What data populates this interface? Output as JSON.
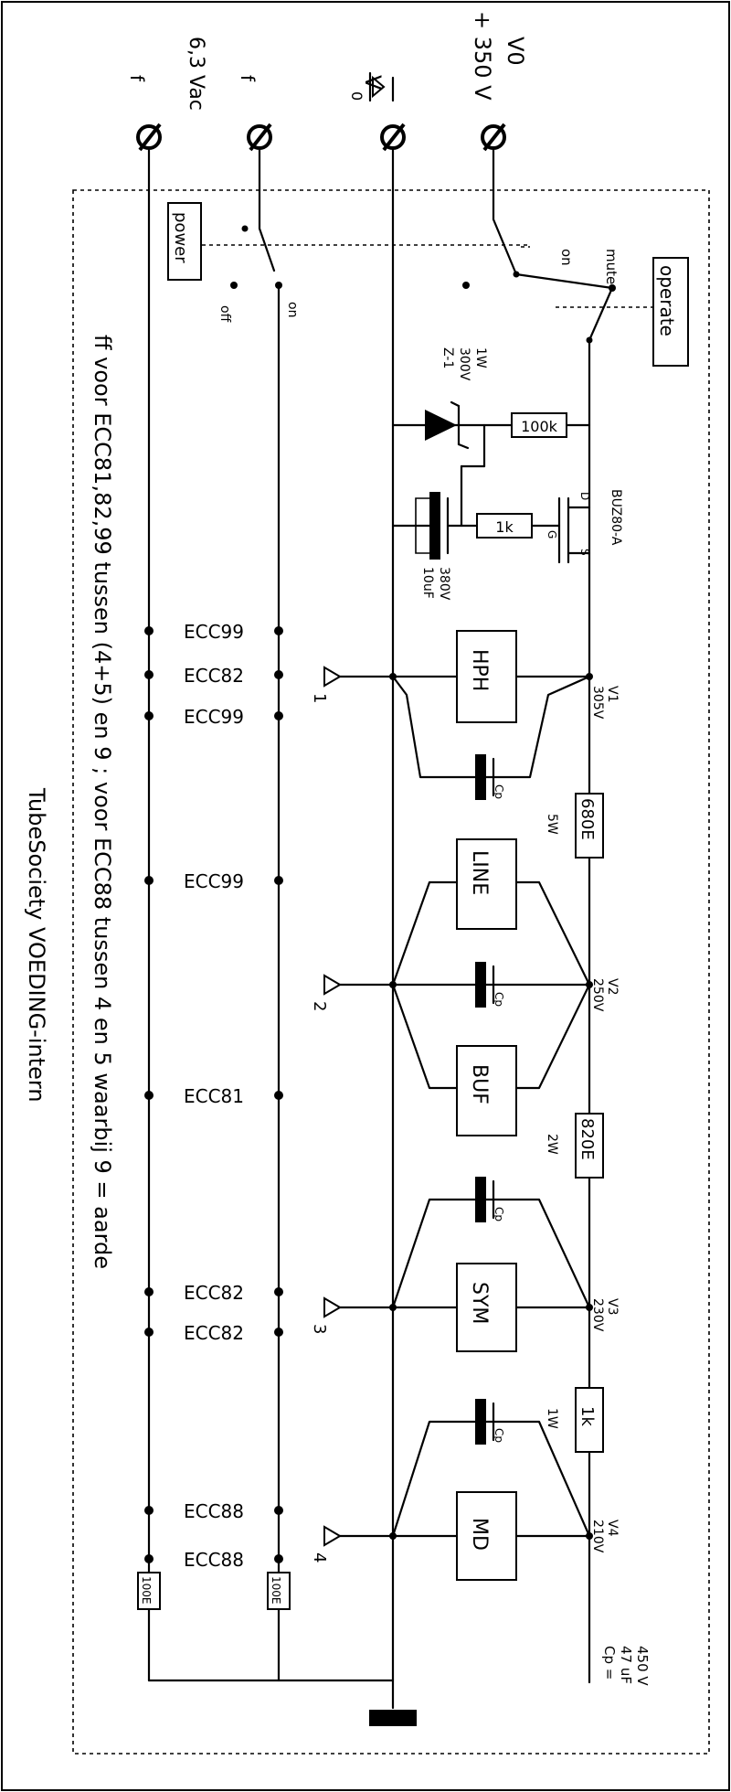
{
  "supply_labels": {
    "v0": "V0",
    "hv": "+ 350 V",
    "ground_node": "0",
    "heater": "6,3 Vac",
    "f1": "f",
    "f2": "f"
  },
  "switches": {
    "power": "power",
    "off": "off",
    "on": "on",
    "operate": "operate",
    "mute": "mute",
    "on2": "on"
  },
  "components": {
    "zener": [
      "Z-1",
      "300V",
      "1W"
    ],
    "r100k": "100k",
    "mosfet": "BUZ80-A",
    "pin_d": "D",
    "pin_g": "G",
    "pin_s": "S",
    "r1k_gate": "1k",
    "cap_gate": [
      "10uF",
      "380V"
    ],
    "r680": "680E",
    "r680_w": "5W",
    "r820": "820E",
    "r820_w": "2W",
    "r1k": "1k",
    "r1k_w": "1W",
    "r100e_1": "100E",
    "r100e_2": "100E",
    "cp": "Cp",
    "cp_note": [
      "Cp =",
      "47 uF",
      "450 V"
    ]
  },
  "rails": [
    {
      "label": "V1",
      "volt": "305V",
      "ground": "1"
    },
    {
      "label": "V2",
      "volt": "250V",
      "ground": "2"
    },
    {
      "label": "V3",
      "volt": "230V",
      "ground": "3"
    },
    {
      "label": "V4",
      "volt": "210V",
      "ground": "4"
    }
  ],
  "modules": [
    "HPH",
    "LINE",
    "BUF",
    "SYM",
    "MD"
  ],
  "tubes": [
    "ECC99",
    "ECC82",
    "ECC99",
    "ECC99",
    "ECC81",
    "ECC82",
    "ECC82",
    "ECC88",
    "ECC88"
  ],
  "notes": {
    "heater_note": "ff voor ECC81,82,99 tussen (4+5) en 9 ;  voor ECC88 tussen 4 en 5 waarbij 9 = aarde",
    "title": "TubeSociety VOEDING-intern"
  }
}
